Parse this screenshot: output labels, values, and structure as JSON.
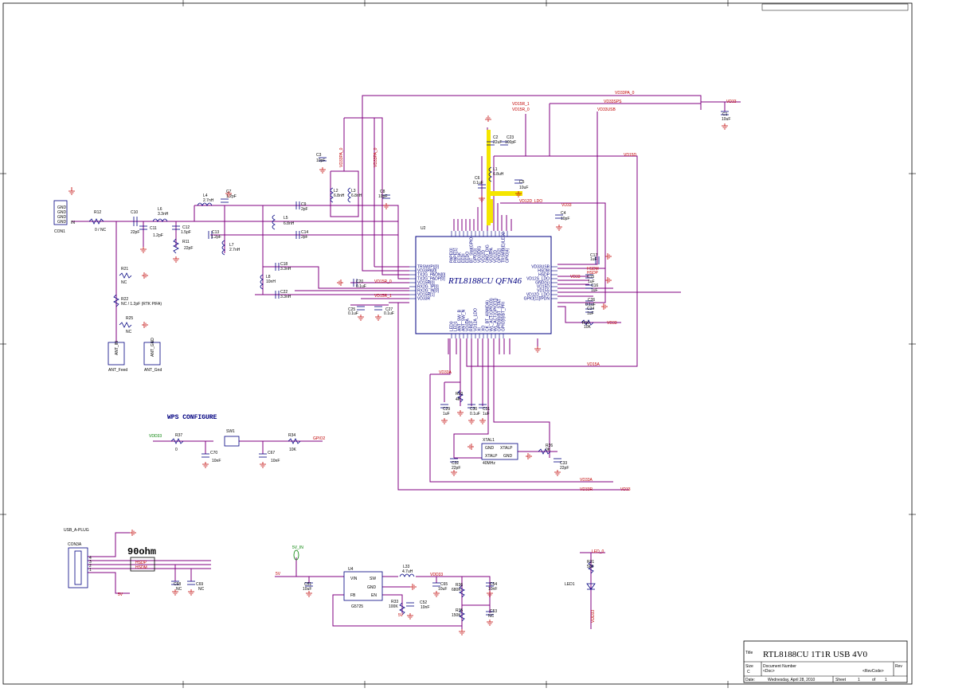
{
  "title_block": {
    "title_label": "Title",
    "title": "RTL8188CU 1T1R USB 4V0",
    "size_label": "Size",
    "size": "C",
    "docnum_label": "Document Number",
    "docnum": "<Doc>",
    "rev_label": "Rev",
    "revcode": "<RevCode>",
    "date_label": "Date:",
    "date": "Wednesday, April 28, 2010",
    "sheet_label": "Sheet",
    "sheet": "1",
    "of_label": "of",
    "of": "1"
  },
  "chip": {
    "ref": "U2",
    "name": "RTL8188CU QFN46",
    "left_pins": [
      "TRSW(P)[0]",
      "VD33PA[0]",
      "TX2G_PAON[0]",
      "TX2G_PADP[0]",
      "VD15R[0]",
      "RX2G_IP[0]",
      "RX2G_IN[0]",
      "VD15R[1]",
      "VD33R"
    ],
    "right_pins": [
      "VD33USB",
      "HSDM",
      "HSDP",
      "VD12S_LDO",
      "GND(S)",
      "VD15D",
      "VD15S",
      "VD12D_LDO",
      "GPIO[11]/PDN"
    ],
    "bottom_pins": [
      "LED0",
      "LED1",
      "ANT_SW_B",
      "ANT_SW_N",
      "VD33A",
      "RREF",
      "VD12A_LDO",
      "XI",
      "XO",
      "CK_BT_40M(DA)",
      "WL_ACT(GPIO[0])",
      "WL_ACT(GPIO[1])",
      "GPIO[8]/BT_STAT",
      "GPIO[9]/BT_PRI"
    ],
    "top_pins": [
      "PAPE[0]",
      "PAPE[1]",
      "EESK",
      "EEDI",
      "EEDO",
      "BT_Stat(GPIO)",
      "GPIO[3]",
      "VD33DIG",
      "VD12D",
      "GND_DIG",
      "VD33PA",
      "VD12D",
      "GPIO[2]",
      "TRSWB(E)/LED2",
      "GPIO[4]"
    ]
  },
  "nets": {
    "vd33pa": "VD33PA_0",
    "vd33": "VD33",
    "vd33sps": "VD33SPS",
    "vd33usb": "VD33USB",
    "vd15r1": "VD15R_1",
    "vd15r0": "VD15R_0",
    "vd15d": "VD15D",
    "vd12d_ldo": "VD12D_LDO",
    "vd33a": "VD33A",
    "vd15a": "VD15A",
    "vd33r": "VD33R",
    "hsdm": "HSDM",
    "hsdp": "HSDP",
    "gpio2": "GPIO2",
    "5v": "5V",
    "5v_in": "5V_IN",
    "led0": "LED_0"
  },
  "rf": {
    "con1": "CON1",
    "con1_pins": [
      "GND",
      "GND",
      "GND",
      "GND"
    ],
    "con1_in": "IN",
    "r12": "R12",
    "r12_val": "0 / NC",
    "c10": "C10",
    "c10_val": "22pF",
    "c11": "C11",
    "c11_val": "1.2pF",
    "l6": "L6",
    "l6_val": "3.3nH",
    "c12": "C12",
    "c12_val": "1.5pF",
    "r11": "R11",
    "r11_val": "22pF",
    "l4": "L4",
    "l4_val": "2.7nH",
    "c7": "C7",
    "c7_val": "1.2pF",
    "c13": "C13",
    "c13_val": "1.2pF",
    "l7": "L7",
    "l7_val": "2.7nH",
    "c9": "C9",
    "c9_val": "2pF",
    "c14": "C14",
    "c14_val": "2pF",
    "l5": "L5",
    "l5_val": "6.8nH",
    "l2": "L2",
    "l2_val": "6.8nH",
    "l3": "L3",
    "l3_val": "6.8nH",
    "c3": "C3",
    "c3_val": "10pF",
    "c8": "C8",
    "c8_val": "10pF",
    "c18": "C18",
    "c18_val": "3.3nH",
    "l8": "L8",
    "l8_val": "10nH",
    "c22": "C22",
    "c22_val": "3.3nH",
    "c20": "C20",
    "c20_val": "0.1uF",
    "c25": "C25",
    "c25_val": "0.1uF",
    "c27": "C27",
    "c27_val": "0.1uF",
    "r21": "R21",
    "r21_val": "NC",
    "r22": "R22",
    "r22_val": "NC / 1.2pF (RTK PIFA)",
    "r25": "R25",
    "r25_val": "NC",
    "ant_feed": "ANT_Feed",
    "ant_gnd": "ANT_Gnd",
    "ant_in": "ANT_IN",
    "ant_gnd_pin": "ANT_GND"
  },
  "power_top": {
    "c2": "C2",
    "c2_val": "22uF",
    "c23": "C23",
    "c23_val": "100pF",
    "c6": "C6",
    "c6_val": "0.1uF",
    "l1": "L1",
    "l1_val": "6.8uH",
    "c5": "C5",
    "c5_val": "10uF",
    "c4": "C4",
    "c4_val": "10pF",
    "c1": "C1",
    "c1_val": "10uF",
    "c17": "C17",
    "c17_val": "1uF",
    "c15": "C15",
    "c15_val": "1uF",
    "c16": "C16",
    "c16_val": "1uF",
    "c26": "C26",
    "c26_val": "0.1uF",
    "c24": "C24",
    "c24_val": "1uF",
    "r16": "R16",
    "r16_val": "10K"
  },
  "xtal": {
    "ref": "XTAL1",
    "freq": "40MHz",
    "pins": [
      "GND",
      "XTALP",
      "XTALP",
      "GND"
    ],
    "c32": "C32",
    "c32_val": "22pF",
    "c33": "C33",
    "c33_val": "22pF",
    "r26": "R26",
    "r26_val": "0K",
    "c29": "C29",
    "c29_val": "1uF",
    "r23": "R23",
    "r23_val": "4K",
    "c30": "C30",
    "c30_val": "0.1uF",
    "c31": "C31",
    "c31_val": "1uF"
  },
  "wps": {
    "title": "WPS CONFIGURE",
    "vdd33": "VDD33",
    "r37": "R37",
    "r37_val": "0",
    "sw1": "SW1",
    "r34": "R34",
    "r34_val": "10K",
    "c70": "C70",
    "c70_val": "10nF",
    "c67": "C67",
    "c67_val": "10nF"
  },
  "usb": {
    "label": "USB_A-PLUG",
    "con": "CON3A",
    "impedance": "90ohm",
    "c68": "C68",
    "c68_val": "NC",
    "c69": "C69",
    "c69_val": "NC",
    "pins": [
      "4",
      "3",
      "2",
      "1"
    ]
  },
  "regulator": {
    "ref": "U4",
    "part": "G5725",
    "pins": [
      "VIN",
      "SW",
      "GND",
      "FB",
      "EN"
    ],
    "l33": "L33",
    "l33_val": "4.7uH",
    "c51": "C51",
    "c51_val": "10uF",
    "c65": "C65",
    "c65_val": "10uF",
    "r33": "R33",
    "r33_val": "100K",
    "c52": "C52",
    "c52_val": "10nF",
    "r36": "R36",
    "r36_val": "680K",
    "c54": "C54",
    "c54_val": "10nF",
    "r35": "R35",
    "r35_val": "150K",
    "c53": "C53",
    "c53_val": "NC",
    "vdd33": "VDD33"
  },
  "led": {
    "r31": "R31",
    "r31_val": "560",
    "d": "LED1",
    "net": "VDD33"
  },
  "colors": {
    "wire": "#800080",
    "wire_dark": "#800000",
    "net_label": "#c00000",
    "component": "#000080",
    "highlight": "#f5e600"
  }
}
